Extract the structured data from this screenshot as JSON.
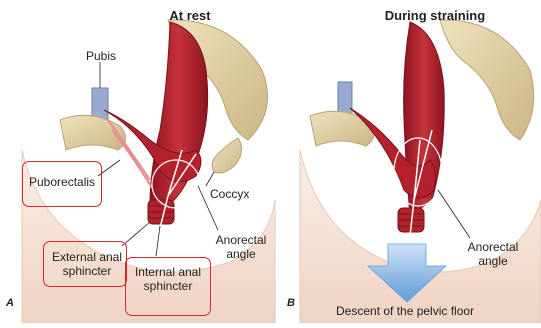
{
  "panels": {
    "left": {
      "letter": "A",
      "title": "At rest",
      "labels": {
        "pubis": "Pubis",
        "puborectalis": "Puborectalis",
        "coccyx": "Coccyx",
        "external_line1": "External anal",
        "external_line2": "sphincter",
        "internal_line1": "Internal anal",
        "internal_line2": "sphincter",
        "anorectal_line1": "Anorectal",
        "anorectal_line2": "angle"
      }
    },
    "right": {
      "letter": "B",
      "title": "During straining",
      "labels": {
        "anorectal_line1": "Anorectal",
        "anorectal_line2": "angle",
        "descent": "Descent of the pelvic floor"
      }
    }
  },
  "colors": {
    "highlight_box": "#d7262e",
    "muscle": "#b3212c",
    "muscle_dark": "#8c1520",
    "bone": "#e3d3a8",
    "pubis_blue": "#9aa9cf",
    "arrow_blue": "#7fb0e4",
    "skin": "#f6e4d8"
  }
}
